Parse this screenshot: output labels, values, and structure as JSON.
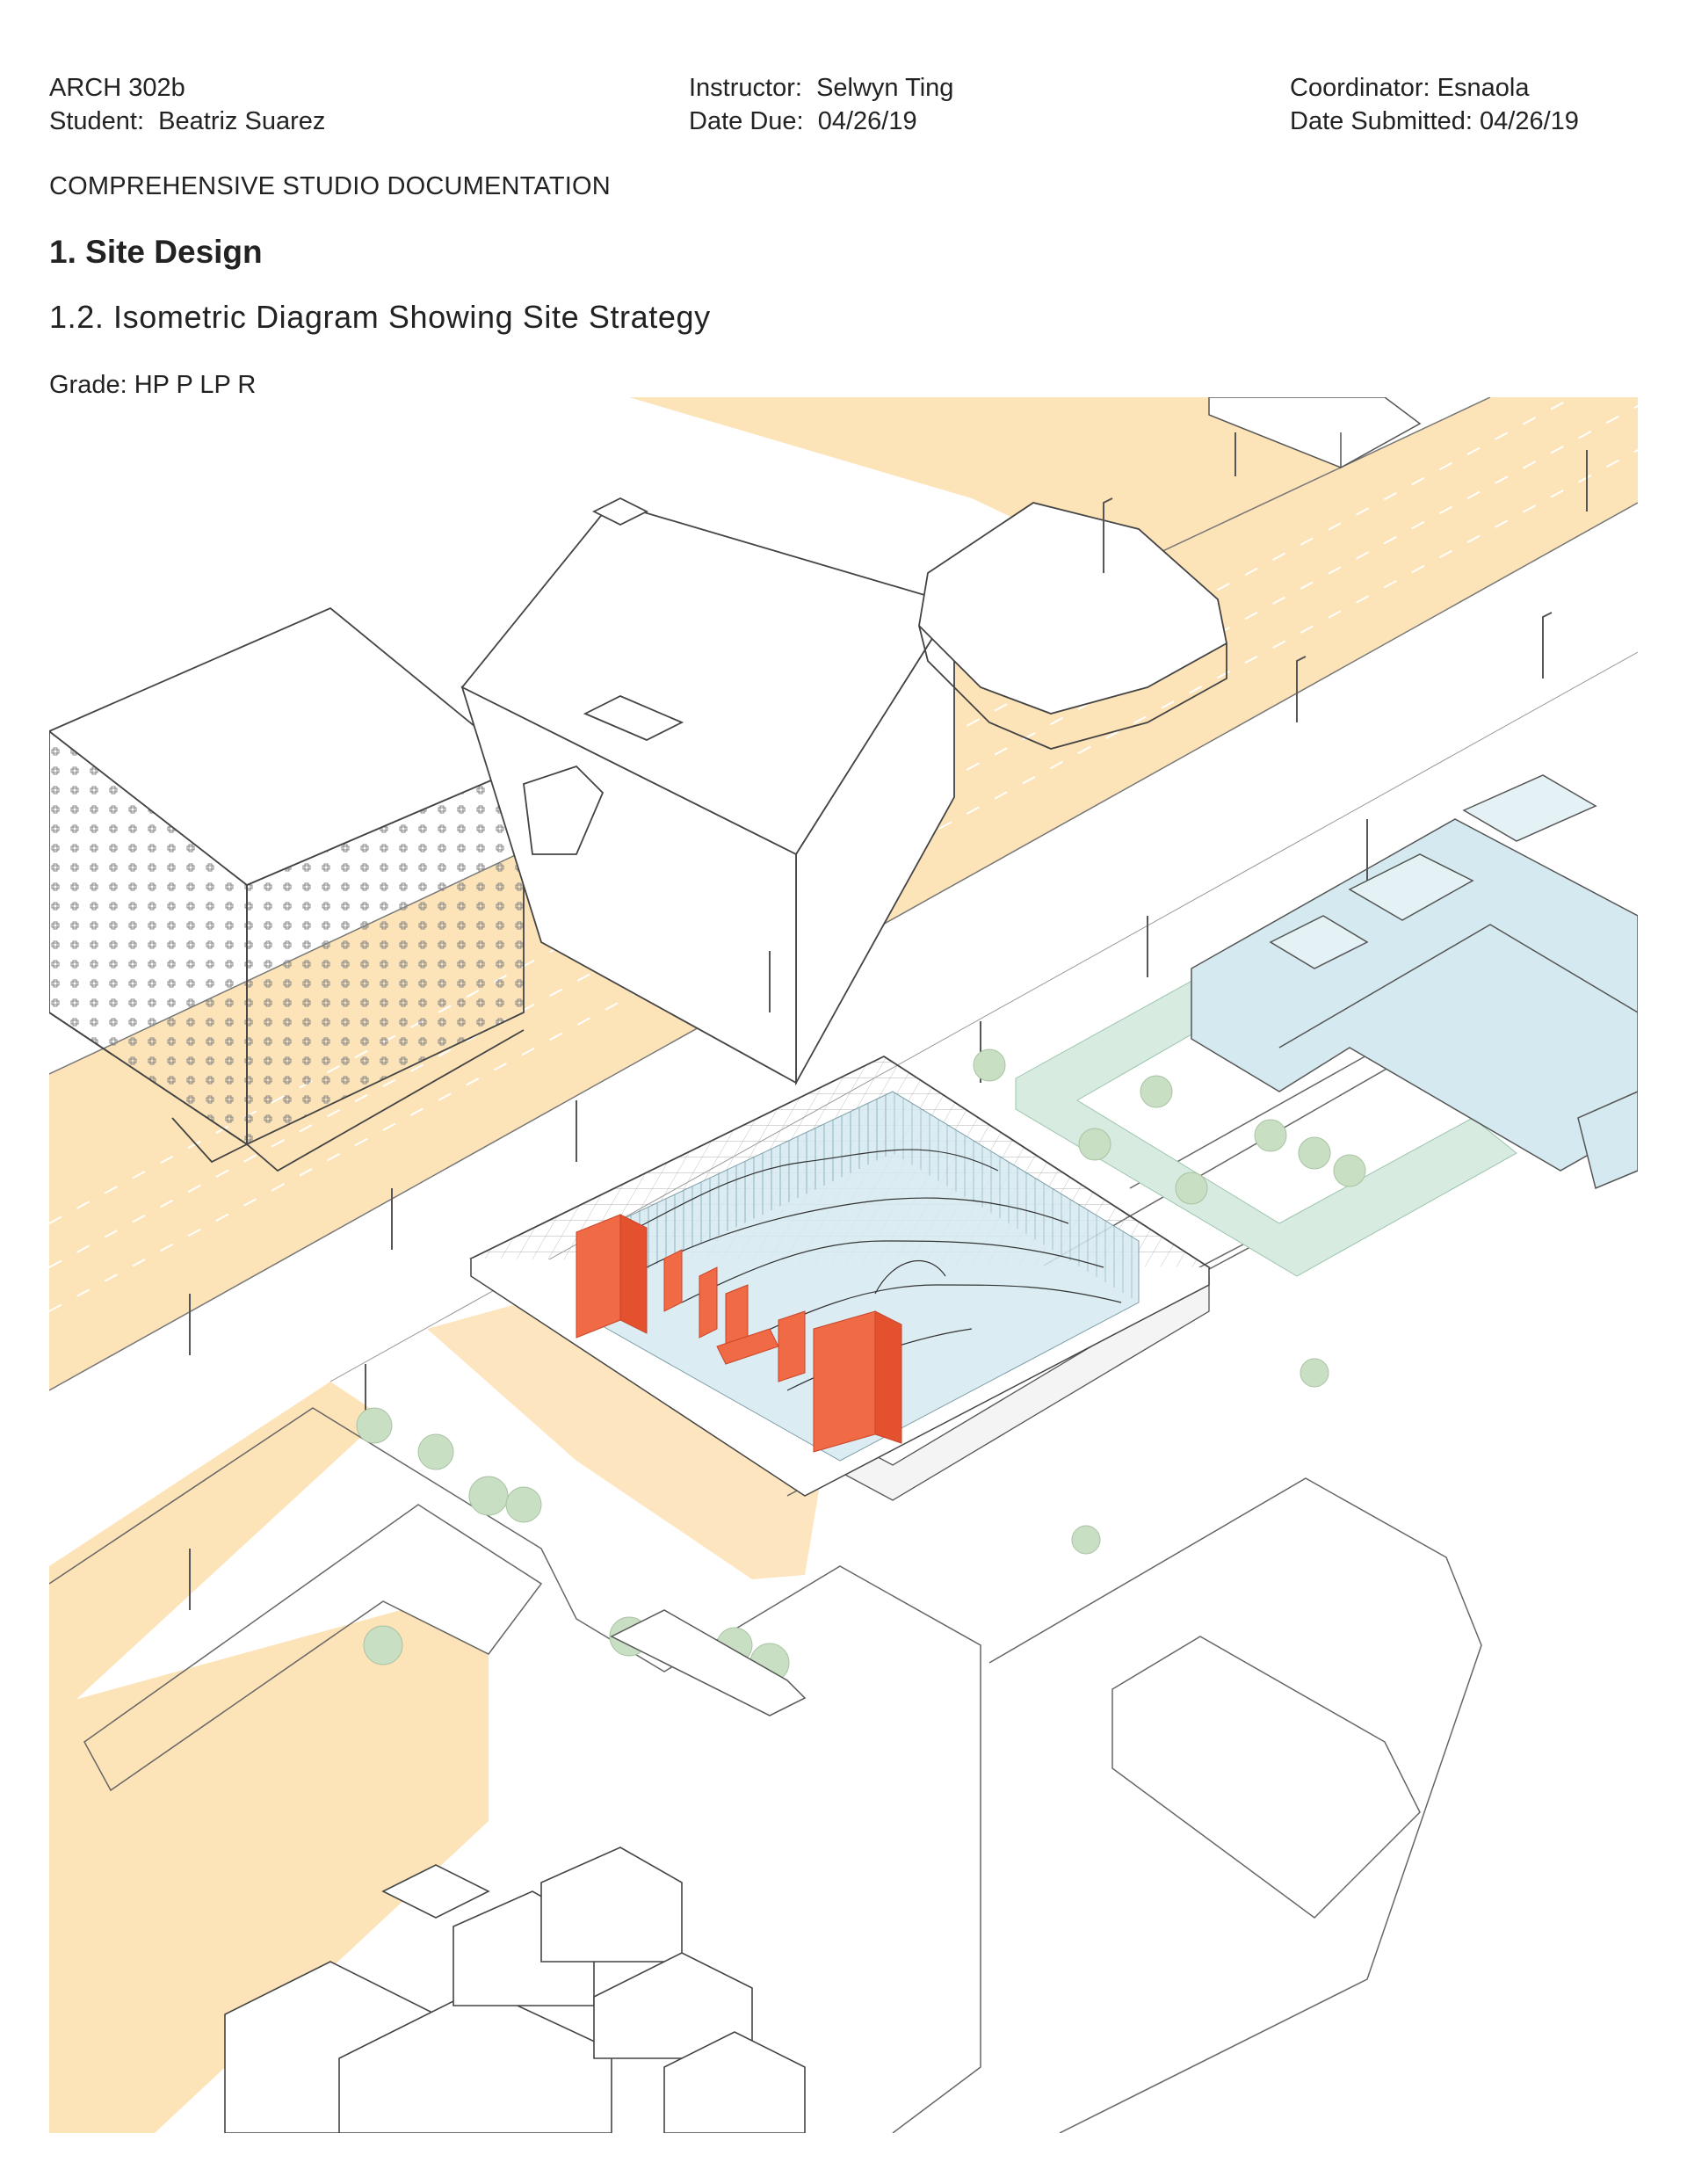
{
  "header": {
    "course": "ARCH 302b",
    "student_label": "Student:",
    "student_name": "Beatriz Suarez",
    "instructor_label": "Instructor:",
    "instructor_name": "Selwyn Ting",
    "date_due_label": "Date Due:",
    "date_due": "04/26/19",
    "coordinator_label": "Coordinator:",
    "coordinator_name": "Esnaola",
    "date_submitted_label": "Date Submitted:",
    "date_submitted": "04/26/19"
  },
  "document_type": "COMPREHENSIVE STUDIO DOCUMENTATION",
  "section_title": "1. Site Design",
  "subsection_title": "1.2. Isometric Diagram Showing Site Strategy",
  "grade": "Grade: HP P LP R",
  "colors": {
    "road": "#fde3b8",
    "water_blue": "#d5eaf0",
    "green_path": "#d8ebe0",
    "program_red": "#f06a45",
    "tree": "#c9dfc4",
    "line": "#555555"
  }
}
